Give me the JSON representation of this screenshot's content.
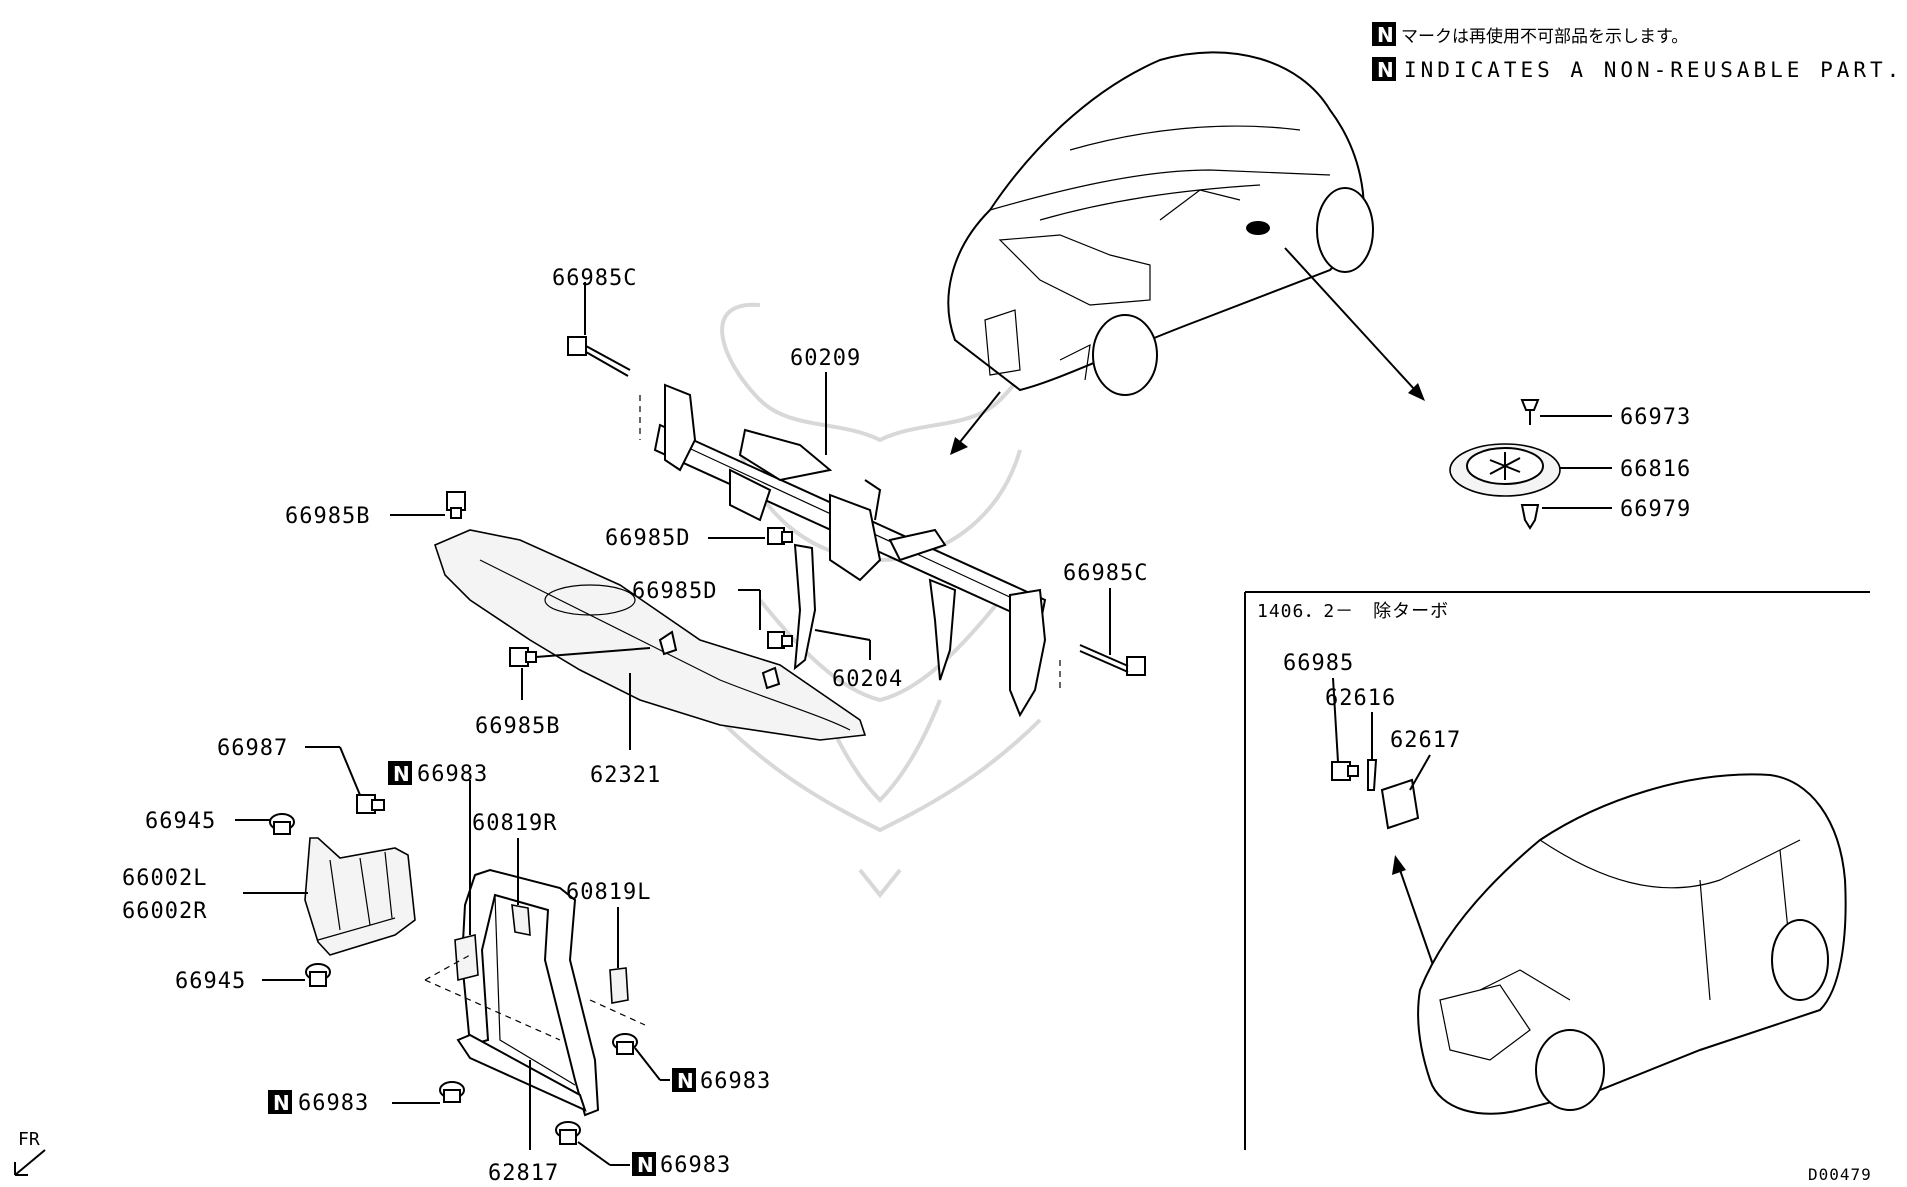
{
  "legend": {
    "symbol": "N",
    "japanese": "マークは再使用不可部品を示します。",
    "english": "INDICATES A NON-REUSABLE PART."
  },
  "labels": {
    "p66985C_top": "66985C",
    "p60209": "60209",
    "p66985B_top": "66985B",
    "p66985D_a": "66985D",
    "p66985D_b": "66985D",
    "p66985C_right": "66985C",
    "p60204": "60204",
    "p66985B_mid": "66985B",
    "p62321": "62321",
    "p66987": "66987",
    "p66983_a": "66983",
    "p60819R": "60819R",
    "p60819L": "60819L",
    "p66945_a": "66945",
    "p66002L": "66002L",
    "p66002R": "66002R",
    "p66945_b": "66945",
    "p66983_b": "66983",
    "p66983_c": "66983",
    "p66983_d": "66983",
    "p62817": "62817",
    "p66973": "66973",
    "p66816": "66816",
    "p66979": "66979",
    "fr": "FR",
    "code": "D00479"
  },
  "inset": {
    "header": "1406．2－　除ターボ",
    "p66985": "66985",
    "p62616": "62616",
    "p62617": "62617"
  }
}
